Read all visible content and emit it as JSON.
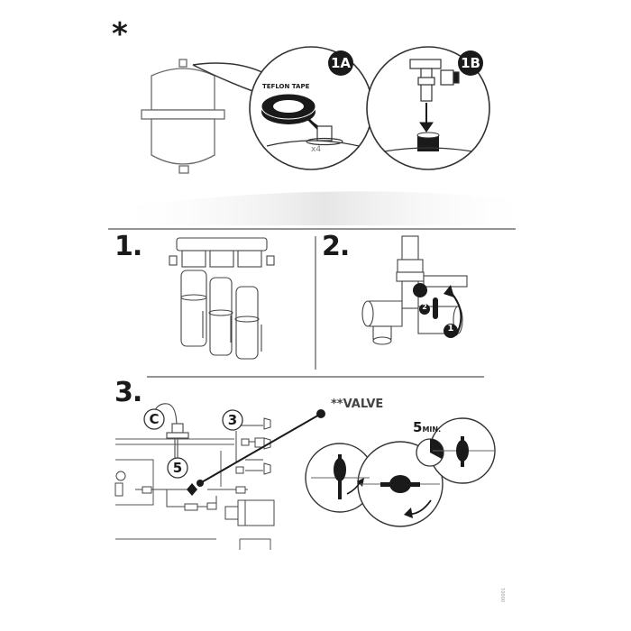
{
  "asterisk_mark": "*",
  "top": {
    "badge_1a": "1A",
    "badge_1b": "1B",
    "tape_label": "TEFLON TAPE",
    "wraps": "x4"
  },
  "steps": {
    "step1": "1.",
    "step2": "2.",
    "step3": "3."
  },
  "step2_arrows": {
    "first": "1",
    "second": "2"
  },
  "step3": {
    "valve_label": "**VALVE",
    "circle_c": "C",
    "circle_3": "3",
    "circle_5": "5",
    "wait_number": "5",
    "wait_unit": "MIN."
  },
  "footer": {
    "code": "00001"
  }
}
